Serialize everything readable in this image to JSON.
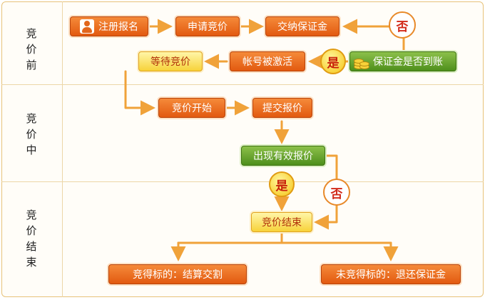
{
  "phases": {
    "before": "竞价前",
    "during": "竞价中",
    "end": "竞价结束"
  },
  "steps": {
    "register": "注册报名",
    "apply": "申请竞价",
    "pay_deposit": "交纳保证金",
    "deposit_check": "保证金是否到账",
    "account_activated": "帐号被激活",
    "wait": "等待竞价",
    "start": "竞价开始",
    "submit_bid": "提交报价",
    "valid_bid": "出现有效报价",
    "end": "竞价结束",
    "winner": "竞得标的：结算交割",
    "loser": "未竞得标的：退还保证金"
  },
  "decisions": {
    "no": "否",
    "yes": "是"
  },
  "colors": {
    "orange": "#e2661c",
    "green": "#4e8f1c",
    "yellow": "#f7d23a",
    "arrow": "#f0a23a"
  },
  "icons": {
    "register": "user-icon",
    "deposit_check": "coins-icon"
  }
}
